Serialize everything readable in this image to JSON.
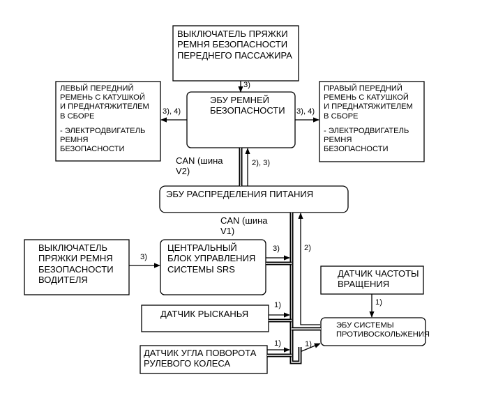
{
  "diagram": {
    "boxes": {
      "pass_buckle_switch": "ВЫКЛЮЧАТЕЛЬ ПРЯЖКИ\nРЕМНЯ БЕЗОПАСНОСТИ\nПЕРЕДНЕГО ПАССАЖИРА",
      "seatbelt_ecu": "ЭБУ РЕМНЕЙ\nБЕЗОПАСНОСТИ",
      "left_belt": "ЛЕВЫЙ ПЕРЕДНИЙ\nРЕМЕНЬ С КАТУШКОЙ\nИ ПРЕДНАТЯЖИТЕЛЕМ\nВ СБОРЕ",
      "left_belt_motor": "- ЭЛЕКТРОДВИГАТЕЛЬ\nРЕМНЯ\nБЕЗОПАСНОСТИ",
      "right_belt": "ПРАВЫЙ ПЕРЕДНИЙ\nРЕМЕНЬ С КАТУШКОЙ\nИ ПРЕДНАТЯЖИТЕЛЕМ\nВ СБОРЕ",
      "right_belt_motor": "- ЭЛЕКТРОДВИГАТЕЛЬ\nРЕМНЯ\nБЕЗОПАСНОСТИ",
      "power_ecu": "ЭБУ РАСПРЕДЕЛЕНИЯ ПИТАНИЯ",
      "driver_buckle_switch": "ВЫКЛЮЧАТЕЛЬ\nПРЯЖКИ РЕМНЯ\nБЕЗОПАСНОСТИ\nВОДИТЕЛЯ",
      "srs_unit": "ЦЕНТРАЛЬНЫЙ\nБЛОК УПРАВЛЕНИЯ\nСИСТЕМЫ SRS",
      "speed_sensor": "ДАТЧИК ЧАСТОТЫ\nВРАЩЕНИЯ",
      "yaw_sensor": "ДАТЧИК РЫСКАНЬЯ",
      "vsc_ecu": "ЭБУ СИСТЕМЫ\nПРОТИВОСКОЛЬЖЕНИЯ",
      "steering_sensor": "ДАТЧИК УГЛА ПОВОРОТА\nРУЛЕВОГО КОЛЕСА"
    },
    "labels": {
      "bus_v2": "CAN (шина\nV2)",
      "bus_v1": "CAN (шина\nV1)",
      "sig_pass_to_ecu": "3)",
      "sig_ecu_left": "3), 4)",
      "sig_ecu_right": "3), 4)",
      "sig_power_to_ecu": "2), 3)",
      "sig_driver_to_srs": "3)",
      "sig_srs_to_bus": "3)",
      "sig_vsc_to_power": "2)",
      "sig_speed_to_vsc": "1)",
      "sig_yaw_to_bus": "1)",
      "sig_steer_to_bus": "1)",
      "sig_bus_to_vsc": "1)"
    }
  }
}
